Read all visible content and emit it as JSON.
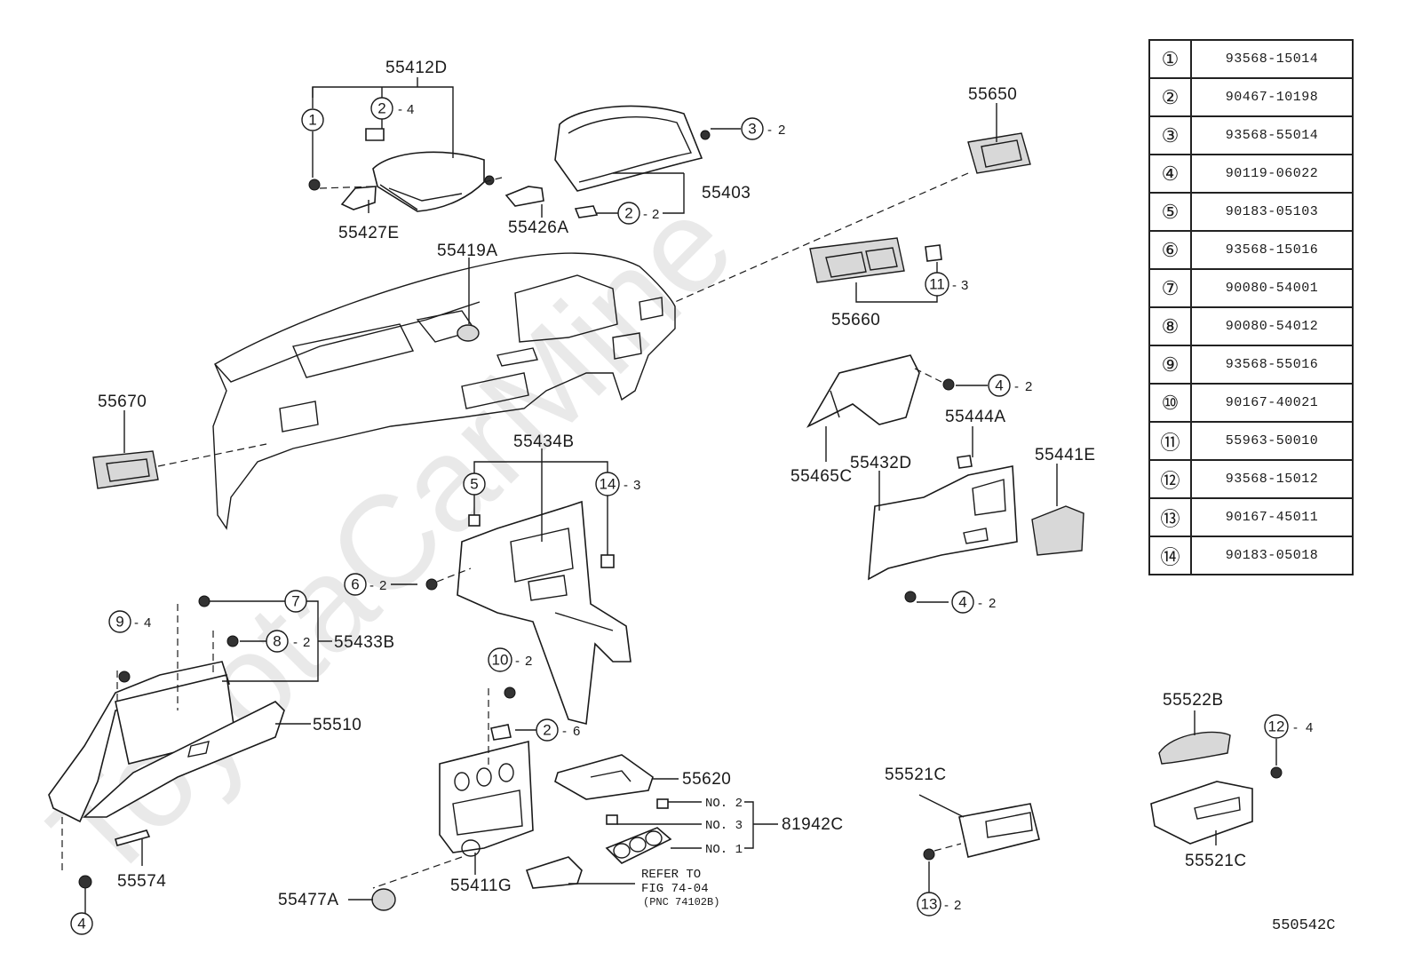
{
  "watermark": "ToyotaCarMine",
  "figure_code": "550542C",
  "legend": [
    {
      "ref": "①",
      "part": "93568-15014"
    },
    {
      "ref": "②",
      "part": "90467-10198"
    },
    {
      "ref": "③",
      "part": "93568-55014"
    },
    {
      "ref": "④",
      "part": "90119-06022"
    },
    {
      "ref": "⑤",
      "part": "90183-05103"
    },
    {
      "ref": "⑥",
      "part": "93568-15016"
    },
    {
      "ref": "⑦",
      "part": "90080-54001"
    },
    {
      "ref": "⑧",
      "part": "90080-54012"
    },
    {
      "ref": "⑨",
      "part": "93568-55016"
    },
    {
      "ref": "⑩",
      "part": "90167-40021"
    },
    {
      "ref": "⑪",
      "part": "55963-50010"
    },
    {
      "ref": "⑫",
      "part": "93568-15012"
    },
    {
      "ref": "⑬",
      "part": "90167-45011"
    },
    {
      "ref": "⑭",
      "part": "90183-05018"
    }
  ],
  "labels": {
    "p55412D": "55412D",
    "p55427E": "55427E",
    "p55426A": "55426A",
    "p55403": "55403",
    "p55650": "55650",
    "p55419A": "55419A",
    "p55660": "55660",
    "p55670": "55670",
    "p55465C": "55465C",
    "p55444A": "55444A",
    "p55432D": "55432D",
    "p55441E": "55441E",
    "p55434B": "55434B",
    "p55433B": "55433B",
    "p55510": "55510",
    "p55574": "55574",
    "p55620": "55620",
    "p81942C": "81942C",
    "p55411G": "55411G",
    "p55477A": "55477A",
    "p55521C_a": "55521C",
    "p55521C_b": "55521C",
    "p55522B": "55522B"
  },
  "callouts": {
    "c1": "1",
    "c2a": "2",
    "c2b": "2",
    "c2c": "2",
    "c3": "3",
    "c4a": "4",
    "c4b": "4",
    "c4c": "4",
    "c5": "5",
    "c6": "6",
    "c7": "7",
    "c8": "8",
    "c9": "9",
    "c10": "10",
    "c11": "11",
    "c12": "12",
    "c13": "13",
    "c14": "14"
  },
  "quantities": {
    "q2a": "4",
    "q2b": "2",
    "q2c": "6",
    "q3": "2",
    "q4a": "2",
    "q4b": "2",
    "q6": "2",
    "q8": "2",
    "q9": "4",
    "q10": "2",
    "q11": "3",
    "q12": "4",
    "q13": "2",
    "q14": "3"
  },
  "nos": {
    "no2": "NO. 2",
    "no3": "NO. 3",
    "no1": "NO. 1"
  },
  "refer": {
    "line1": "REFER TO",
    "line2": "FIG 74-04",
    "line3": "(PNC 74102B)"
  }
}
